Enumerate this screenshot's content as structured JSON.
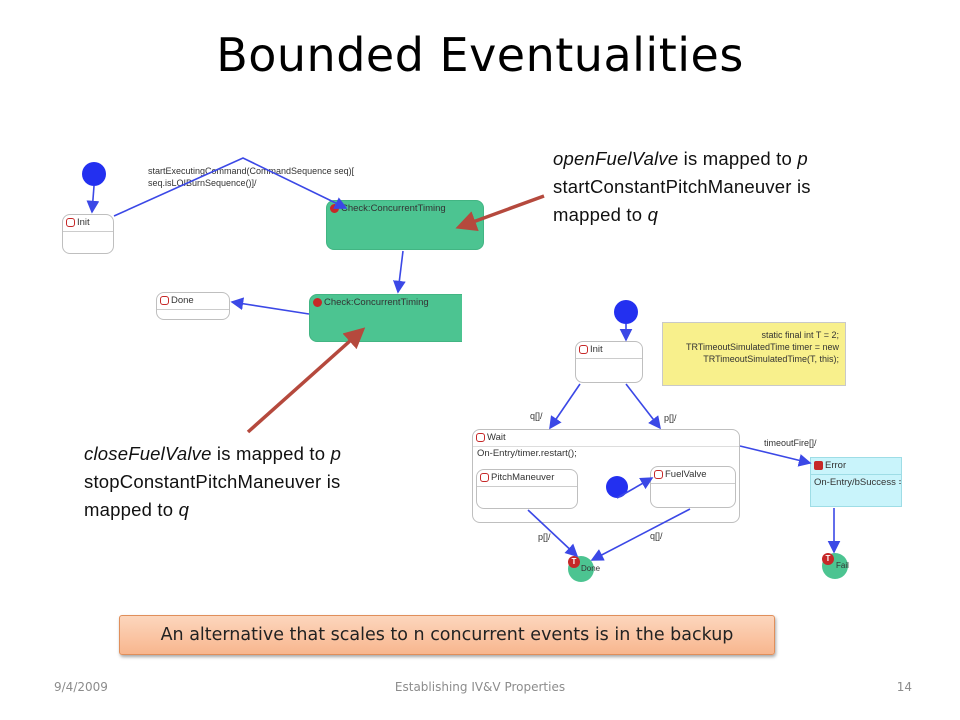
{
  "title": "Bounded Eventualities",
  "note_top": {
    "line1_italic": "openFuelValve",
    "line1_rest": " is mapped to ",
    "line1_var": "p",
    "line2": "startConstantPitchManeuver is",
    "line3_rest": "mapped to ",
    "line3_var": "q"
  },
  "note_bottom": {
    "line1_italic": "closeFuelValve",
    "line1_rest": " is mapped to ",
    "line1_var": "p",
    "line2": "stopConstantPitchManeuver is",
    "line3_rest": "mapped to ",
    "line3_var": "q"
  },
  "left_diagram": {
    "init_label": "Init",
    "transition_line1": "startExecutingCommand(CommandSequence seq)[",
    "transition_line2": "seq.isLOIBurnSequence()]/",
    "check1_label": "Check:ConcurrentTiming",
    "check2_label": "Check:ConcurrentTiming",
    "done_label": "Done"
  },
  "right_diagram": {
    "init_label": "Init",
    "code_lines": [
      "static final int T = 2;",
      "TRTimeoutSimulatedTime timer = new",
      "TRTimeoutSimulatedTime(T, this);"
    ],
    "q_trans": "q[]/",
    "p_trans": "p[]/",
    "wait_label": "Wait",
    "wait_entry": "On-Entry/timer.restart();",
    "pitch_label": "PitchManeuver",
    "fuel_label": "FuelValve",
    "timeout_trans": "timeoutFire[]/",
    "error_label": "Error",
    "error_entry": "On-Entry/bSuccess =",
    "p_trans2": "p[]/",
    "q_trans2": "q[]/",
    "done_label": "Done",
    "fail_label": "Fail",
    "final_mark": "T"
  },
  "callout": "An alternative that scales to n concurrent events is in the backup",
  "footer": {
    "date": "9/4/2009",
    "center": "Establishing IV&V Properties",
    "page": "14"
  },
  "colors": {
    "accent_green": "#4cc491",
    "init_blue": "#2330f0",
    "arrow_red": "#b5493d",
    "callout_orange": "#f8b68e"
  }
}
